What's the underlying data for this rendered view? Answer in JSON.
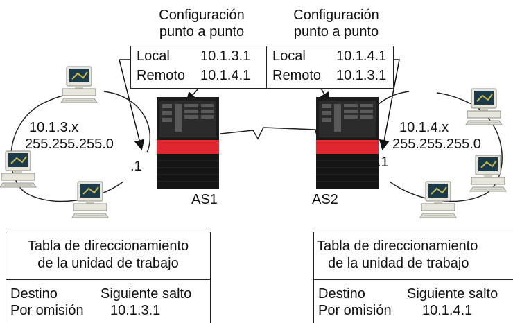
{
  "left": {
    "config_title_1": "Configuración",
    "config_title_2": "punto a punto",
    "local_label": "Local",
    "local_value": "10.1.3.1",
    "remote_label": "Remoto",
    "remote_value": "10.1.4.1",
    "network": "10.1.3.x",
    "mask": "255.255.255.0",
    "gateway_suffix": ".1",
    "server_name": "AS1",
    "table_title_1": "Tabla de direccionamiento",
    "table_title_2": "de la unidad de trabajo",
    "col_dest": "Destino",
    "col_next": "Siguiente salto",
    "row_dest": "Por omisión",
    "row_next": "10.1.3.1"
  },
  "right": {
    "config_title_1": "Configuración",
    "config_title_2": "punto a punto",
    "local_label": "Local",
    "local_value": "10.1.4.1",
    "remote_label": "Remoto",
    "remote_value": "10.1.3.1",
    "network": "10.1.4.x",
    "mask": "255.255.255.0",
    "gateway_suffix": ".1",
    "server_name": "AS2",
    "table_title_1": "Tabla de direccionamiento",
    "table_title_2": "de la unidad de trabajo",
    "col_dest": "Destino",
    "col_next": "Siguiente salto",
    "row_dest": "Por omisión",
    "row_next": "10.1.4.1"
  },
  "colors": {
    "server_body": "#1c1c1c",
    "server_stripe": "#e0262e",
    "workstation_body": "#e8e6da",
    "screen": "#1c3b4a"
  }
}
